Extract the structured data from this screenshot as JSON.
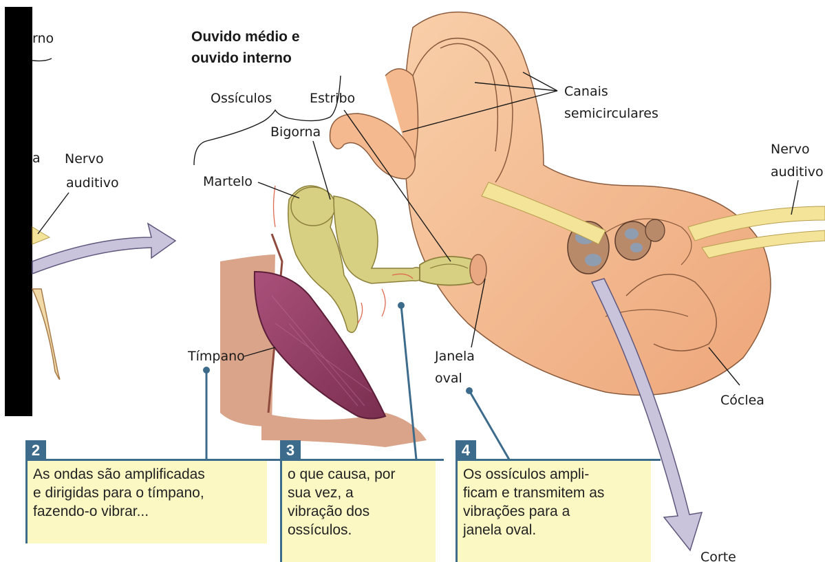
{
  "title": {
    "line1": "Ouvido médio e",
    "line2": "ouvido interno"
  },
  "labels": {
    "partial_left_top": "rno",
    "partial_left_mid": "a",
    "nervo_left_1": "Nervo",
    "nervo_left_2": "auditivo",
    "ossiculos": "Ossículos",
    "estribo": "Estribo",
    "bigorna": "Bigorna",
    "martelo": "Martelo",
    "canais_1": "Canais",
    "canais_2": "semicirculares",
    "nervo_right_1": "Nervo",
    "nervo_right_2": "auditivo",
    "timpano": "Tímpano",
    "janela_1": "Janela",
    "janela_2": "oval",
    "coclea": "Cóclea",
    "corte": "Corte"
  },
  "callouts": [
    {
      "number": "2",
      "text": "As ondas são amplificadas\ne dirigidas para o tímpano,\nfazendo-o vibrar..."
    },
    {
      "number": "3",
      "text": "o que causa, por\nsua vez, a\nvibração dos\nossículos."
    },
    {
      "number": "4",
      "text": "Os ossículos ampli-\nficam e transmitem as\nvibrações para a\njanela oval."
    }
  ],
  "colors": {
    "callout_accent": "#3d6b8c",
    "callout_fill": "#fbf8c4",
    "cochlea_skin": "#f4b98e",
    "ossicles": "#d7cf82",
    "eardrum": "#8e3b5e",
    "nerve": "#f3e49a"
  }
}
